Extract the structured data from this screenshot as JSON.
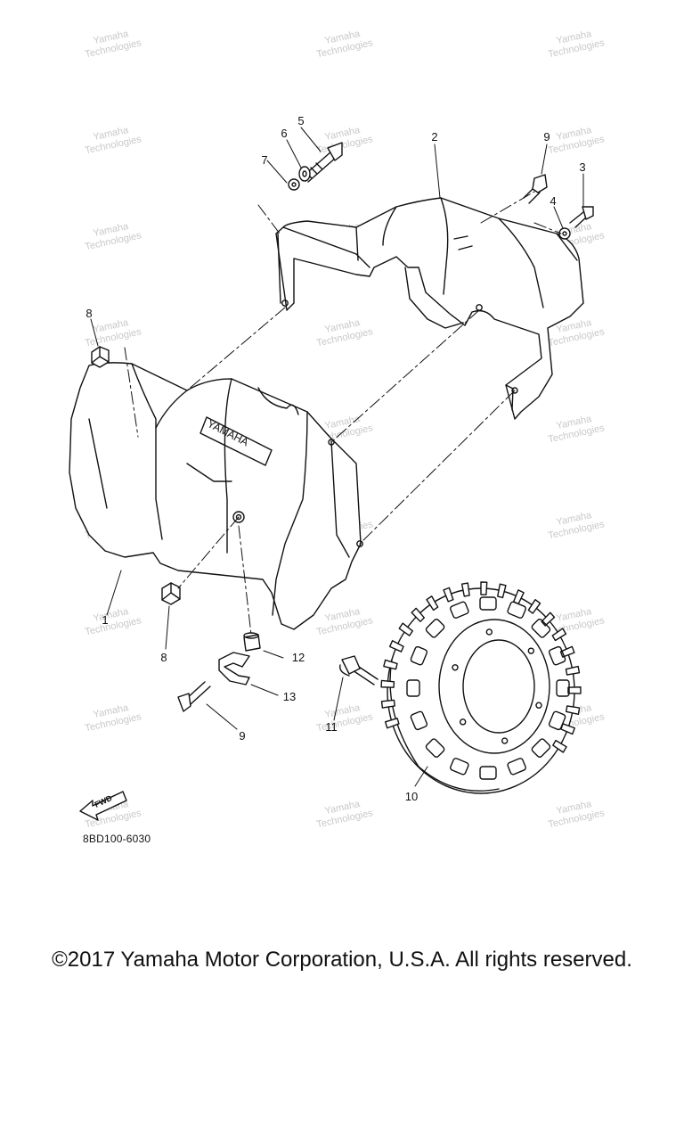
{
  "diagram": {
    "callouts": [
      "1",
      "2",
      "3",
      "4",
      "5",
      "6",
      "7",
      "8",
      "8",
      "9",
      "9",
      "10",
      "11",
      "12",
      "13"
    ],
    "embossed_text": "YAMAHA",
    "fwd_text": "FWD",
    "diagram_code": "8BD100-6030"
  },
  "watermark": {
    "line1": "Yamaha",
    "line2": "Technologies"
  },
  "footer": {
    "copyright": "©2017 Yamaha Motor Corporation, U.S.A. All rights reserved."
  }
}
